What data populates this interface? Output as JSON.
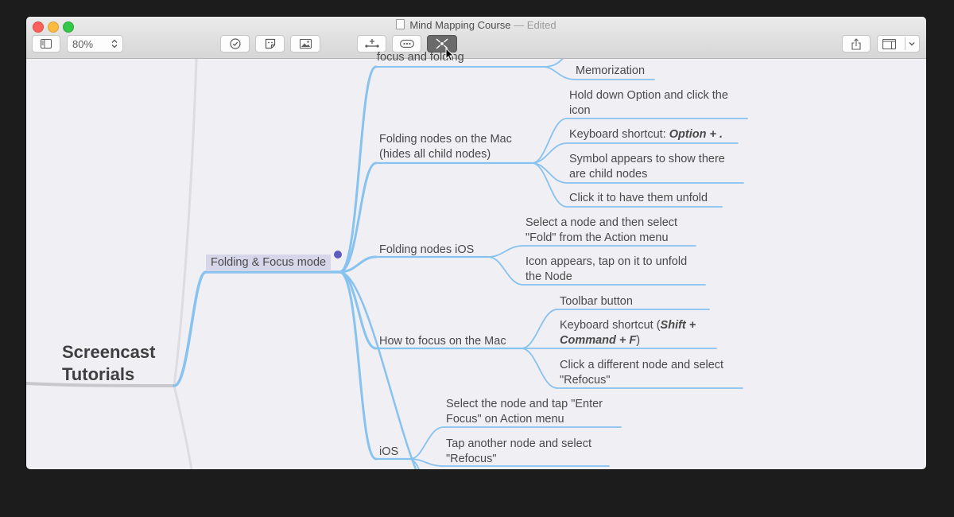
{
  "window": {
    "title": "Mind Mapping Course",
    "title_suffix": "— Edited"
  },
  "toolbar": {
    "zoom_value": "80%",
    "buttons": [
      {
        "name": "sidebar-toggle",
        "icon": "sidebar-icon"
      },
      {
        "name": "zoom-select",
        "icon": "stepper-icon"
      },
      {
        "name": "check-button",
        "icon": "checkmark-circle-icon"
      },
      {
        "name": "sticker-button",
        "icon": "sticker-icon"
      },
      {
        "name": "image-button",
        "icon": "image-icon"
      },
      {
        "name": "add-node-button",
        "icon": "add-child-icon"
      },
      {
        "name": "more-button",
        "icon": "ellipsis-icon"
      },
      {
        "name": "focus-button",
        "icon": "focus-icon",
        "active": true
      },
      {
        "name": "share-button",
        "icon": "share-icon"
      },
      {
        "name": "inspector-button",
        "icon": "inspector-icon"
      },
      {
        "name": "inspector-menu-button",
        "icon": "chevron-down-icon"
      }
    ]
  },
  "colors": {
    "branch": "#88c2ef",
    "root_branch": "#cfcfd4",
    "selection": "#d6d6ea",
    "node_dot": "#5d5dc0"
  },
  "mindmap": {
    "root": "Screencast\nTutorials",
    "selected": "Folding & Focus mode",
    "partial_top": "focus and folding",
    "memorization": "Memorization",
    "branches": [
      {
        "label": "Folding nodes on the Mac\n(hides all child nodes)",
        "children": [
          "Hold down Option and click the\nicon",
          "Keyboard shortcut: ",
          "Symbol appears to show there\nare child nodes",
          "Click it to have them unfold"
        ],
        "shortcut": "Option + ."
      },
      {
        "label": "Folding nodes iOS",
        "children": [
          "Select a node and then select\n\"Fold\" from the Action menu",
          "Icon appears, tap on it to unfold\nthe Node"
        ]
      },
      {
        "label": "How to focus on the Mac",
        "children": [
          "Toolbar button",
          "Keyboard shortcut  (",
          "Click a different node and select\n\"Refocus\""
        ],
        "shortcut_a": "Shift +",
        "shortcut_b": "Command + F",
        "shortcut_close": ")"
      },
      {
        "label": "iOS",
        "children": [
          "Select the node and tap \"Enter\nFocus\" on Action menu",
          "Tap another node and select\n\"Refocus\""
        ]
      }
    ]
  }
}
